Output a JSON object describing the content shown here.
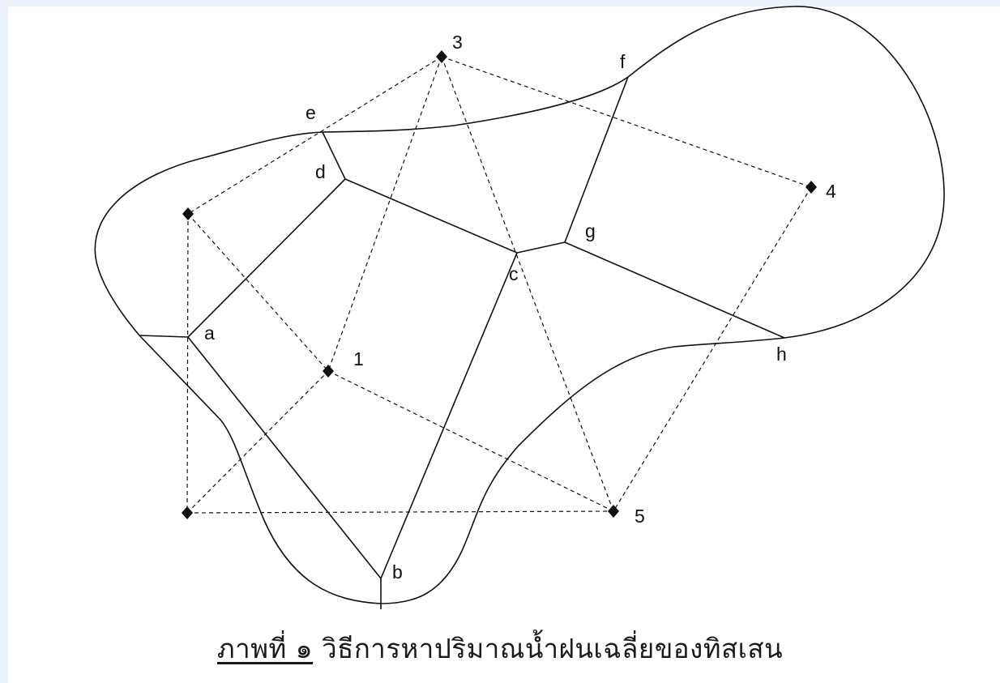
{
  "stations": [
    {
      "id": "1",
      "label": "1"
    },
    {
      "id": "3",
      "label": "3"
    },
    {
      "id": "4",
      "label": "4"
    },
    {
      "id": "5",
      "label": "5"
    },
    {
      "id": "NW",
      "label": ""
    },
    {
      "id": "SW",
      "label": ""
    }
  ],
  "vertices": {
    "a": "a",
    "b": "b",
    "c": "c",
    "d": "d",
    "e": "e",
    "f": "f",
    "g": "g",
    "h": "h"
  },
  "caption": {
    "figure_label": "ภาพที่ ๑",
    "text": "วิธีการหาปริมาณน้ำฝนเฉลี่ยของทิสเสน"
  },
  "colors": {
    "line": "#111111",
    "page_background": "#ffffff",
    "frame_background": "#eaf3fb"
  }
}
